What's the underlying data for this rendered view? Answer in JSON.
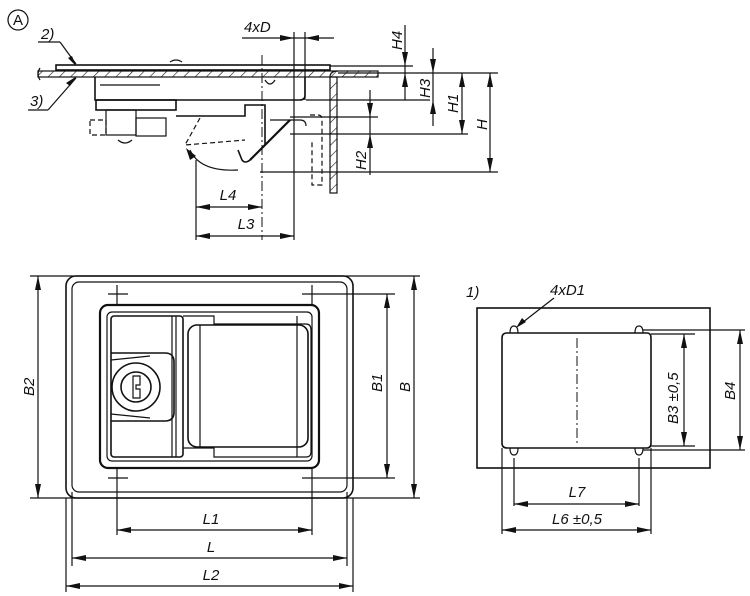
{
  "drawing": {
    "view_marker": "A",
    "side_view": {
      "callouts": [
        "2)",
        "3)"
      ],
      "dimensions": {
        "hole_diameter": "4xD",
        "height_total": "H",
        "height_1": "H1",
        "height_2": "H2",
        "height_3": "H3",
        "height_4": "H4",
        "length_3": "L3",
        "length_4": "L4"
      }
    },
    "front_view": {
      "dimensions": {
        "length_1": "L1",
        "length": "L",
        "length_2": "L2",
        "width_1": "B1",
        "width": "B",
        "width_2": "B2"
      }
    },
    "cutout_view": {
      "note": "1)",
      "hole_callout": "4xD1",
      "dimensions": {
        "length_7": "L7",
        "length_6": "L6 ±0,5",
        "width_3": "B3 ±0,5",
        "width_4": "B4"
      }
    }
  }
}
